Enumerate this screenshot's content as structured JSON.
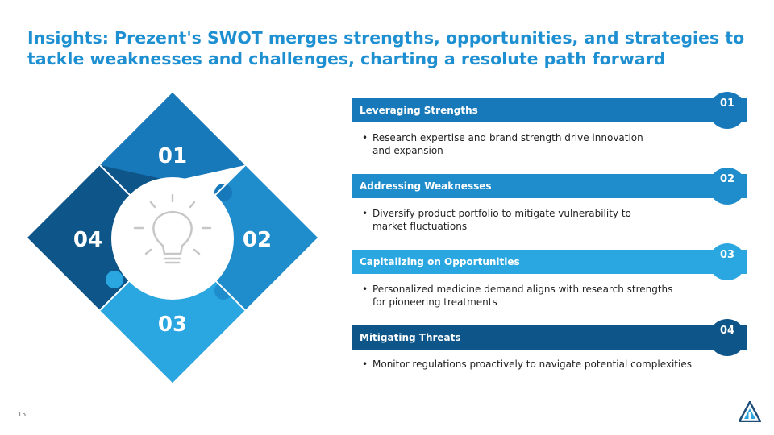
{
  "title": "Insights: Prezent's SWOT merges strengths, opportunities, and strategies to tackle weaknesses and challenges, charting a resolute path forward",
  "diagram": {
    "center_icon": "lightbulb-icon",
    "pieces": [
      {
        "number": "01",
        "color": "#1779ba"
      },
      {
        "number": "02",
        "color": "#1f8ccb"
      },
      {
        "number": "03",
        "color": "#2aa7e0"
      },
      {
        "number": "04",
        "color": "#0e5689"
      }
    ]
  },
  "items": [
    {
      "title": "Leveraging Strengths",
      "number": "01",
      "color": "#1779ba",
      "bullet": [
        "Research expertise and brand strength drive innovation",
        "and expansion"
      ]
    },
    {
      "title": "Addressing Weaknesses",
      "number": "02",
      "color": "#1f8ccb",
      "bullet": [
        "Diversify product portfolio to mitigate vulnerability to",
        "market fluctuations"
      ]
    },
    {
      "title": "Capitalizing on Opportunities",
      "number": "03",
      "color": "#2aa7e0",
      "bullet": [
        "Personalized medicine demand aligns with research strengths",
        "for pioneering treatments"
      ]
    },
    {
      "title": "Mitigating Threats",
      "number": "04",
      "color": "#0e5689",
      "bullet": [
        "Monitor regulations proactively to navigate potential complexities"
      ]
    }
  ],
  "footer": {
    "page_number": "15",
    "logo_icon": "company-logo-icon"
  }
}
